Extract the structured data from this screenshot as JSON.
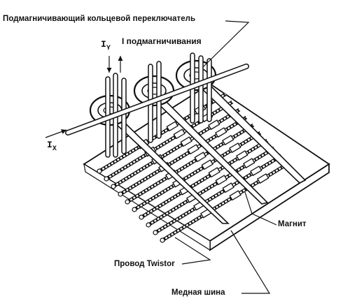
{
  "labels": {
    "title": "Подмагничивающий кольцевой переключатель",
    "i_magnetization": "I подмагничивания",
    "iy_main": "I",
    "iy_sub": "Y",
    "ix_main": "I",
    "ix_sub": "X",
    "magnet": "Магнит",
    "twistor_wire": "Провод Twistor",
    "copper_bus": "Медная шина"
  }
}
